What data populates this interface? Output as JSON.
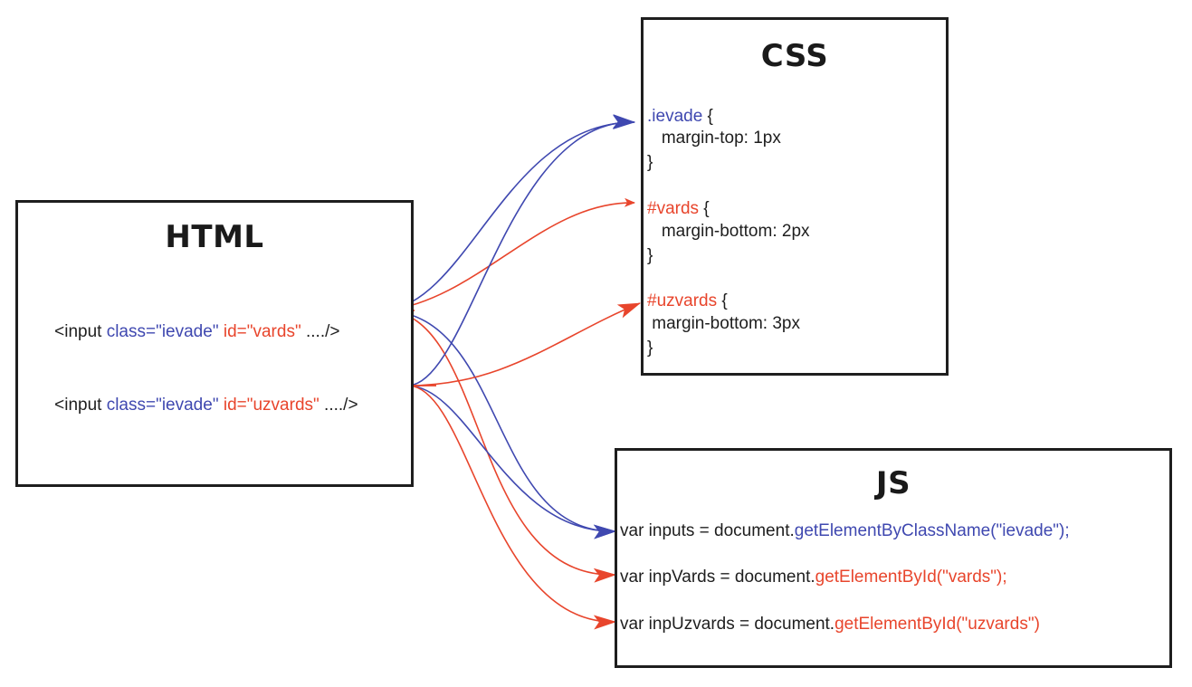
{
  "colors": {
    "class_ref": "#3f48b0",
    "id_ref": "#e8452c",
    "text": "#1e1e1e",
    "border": "#1e1e1e"
  },
  "html_box": {
    "title": "HTML",
    "lines": [
      {
        "prefix": "<input ",
        "class_attr": "class=\"ievade\"",
        "sep": " ",
        "id_attr": "id=\"vards\"",
        "suffix": " ..../>"
      },
      {
        "prefix": "<input ",
        "class_attr": "class=\"ievade\"",
        "sep": " ",
        "id_attr": "id=\"uzvards\"",
        "suffix": " ..../>"
      }
    ]
  },
  "css_box": {
    "title": "CSS",
    "rules": [
      {
        "selector": ".ievade",
        "open": " {",
        "declaration": "   margin-top: 1px",
        "close": "}",
        "kind": "class"
      },
      {
        "selector": "#vards",
        "open": " {",
        "declaration": "   margin-bottom: 2px",
        "close": "}",
        "kind": "id"
      },
      {
        "selector": "#uzvards",
        "open": " {",
        "declaration": " margin-bottom: 3px",
        "close": "}",
        "kind": "id"
      }
    ]
  },
  "js_box": {
    "title": "JS",
    "lines": [
      {
        "prefix": "var inputs = document.",
        "call": "getElementByClassName(\"ievade\");",
        "kind": "class"
      },
      {
        "prefix": "var inpVards = document.",
        "call": "getElementById(\"vards\");",
        "kind": "id"
      },
      {
        "prefix": "var inpUzvards = document.",
        "call": "getElementById(\"uzvards\")",
        "kind": "id"
      }
    ]
  },
  "connections": [
    {
      "from": "html_line_1",
      "to": "css_rule_ievade",
      "kind": "class"
    },
    {
      "from": "html_line_1",
      "to": "css_rule_vards",
      "kind": "id"
    },
    {
      "from": "html_line_1",
      "to": "js_line_inputs",
      "kind": "class"
    },
    {
      "from": "html_line_1",
      "to": "js_line_inpVards",
      "kind": "id"
    },
    {
      "from": "html_line_2",
      "to": "css_rule_ievade",
      "kind": "class"
    },
    {
      "from": "html_line_2",
      "to": "css_rule_uzvards",
      "kind": "id"
    },
    {
      "from": "html_line_2",
      "to": "js_line_inputs",
      "kind": "class"
    },
    {
      "from": "html_line_2",
      "to": "js_line_inpUzvards",
      "kind": "id"
    }
  ]
}
